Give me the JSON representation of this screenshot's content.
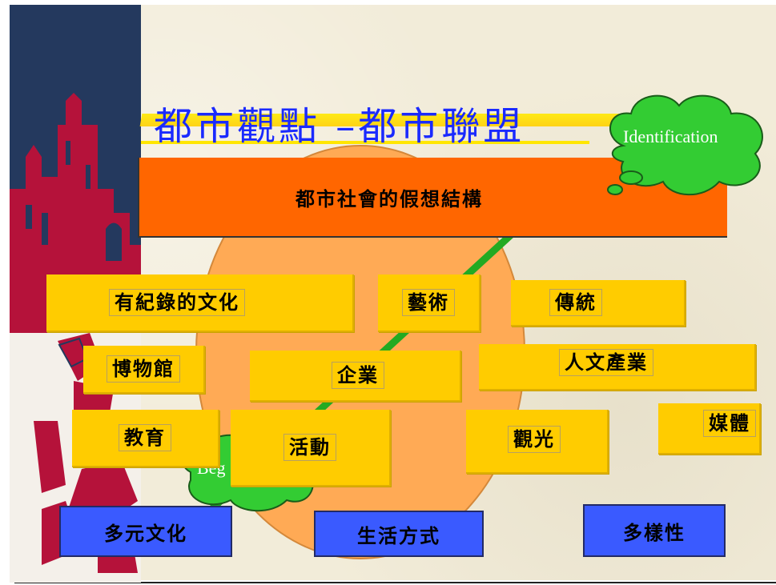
{
  "title": "都市觀點 –都市聯盟",
  "header_bar": {
    "label": "都市社會的假想結構"
  },
  "clouds": {
    "top_right": "Identification",
    "bottom_left": "Beg"
  },
  "yellow_boxes": {
    "documented_culture": "有紀錄的文化",
    "arts": "藝術",
    "tradition": "傳統",
    "museum": "博物館",
    "enterprise": "企業",
    "cultural_industry": "人文產業",
    "media": "媒體",
    "education": "教育",
    "activities": "活動",
    "tourism": "觀光"
  },
  "blue_boxes": {
    "multiculture": "多元文化",
    "lifestyle": "生活方式",
    "diversity": "多樣性"
  },
  "colors": {
    "title": "#1a2aff",
    "header_bar": "#ff6600",
    "boxes_yellow": "#ffcc00",
    "boxes_blue": "#3a5aff",
    "circle": "#ffaa55",
    "cloud": "#33cc33",
    "slide_bg": "#f2ecd9"
  }
}
